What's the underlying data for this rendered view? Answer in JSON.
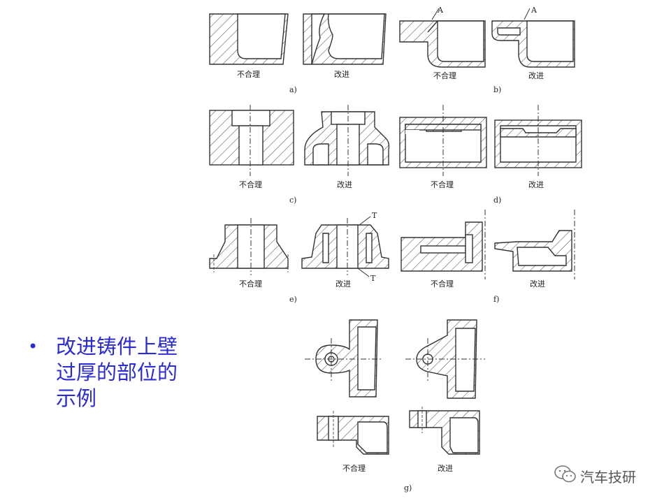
{
  "slide": {
    "bullet_lines": [
      "改进铸件上壁",
      "过厚的部位的",
      "示例"
    ],
    "accent_color": "#2b2bd6"
  },
  "diagram": {
    "panel_labels": [
      "a)",
      "b)",
      "c)",
      "d)",
      "e)",
      "f)",
      "g)"
    ],
    "caption_bad": "不合理",
    "caption_good": "改进",
    "marker_a": "A",
    "marker_t": "T"
  },
  "watermark": {
    "text": "汽车技研",
    "icon": "wechat-icon"
  }
}
